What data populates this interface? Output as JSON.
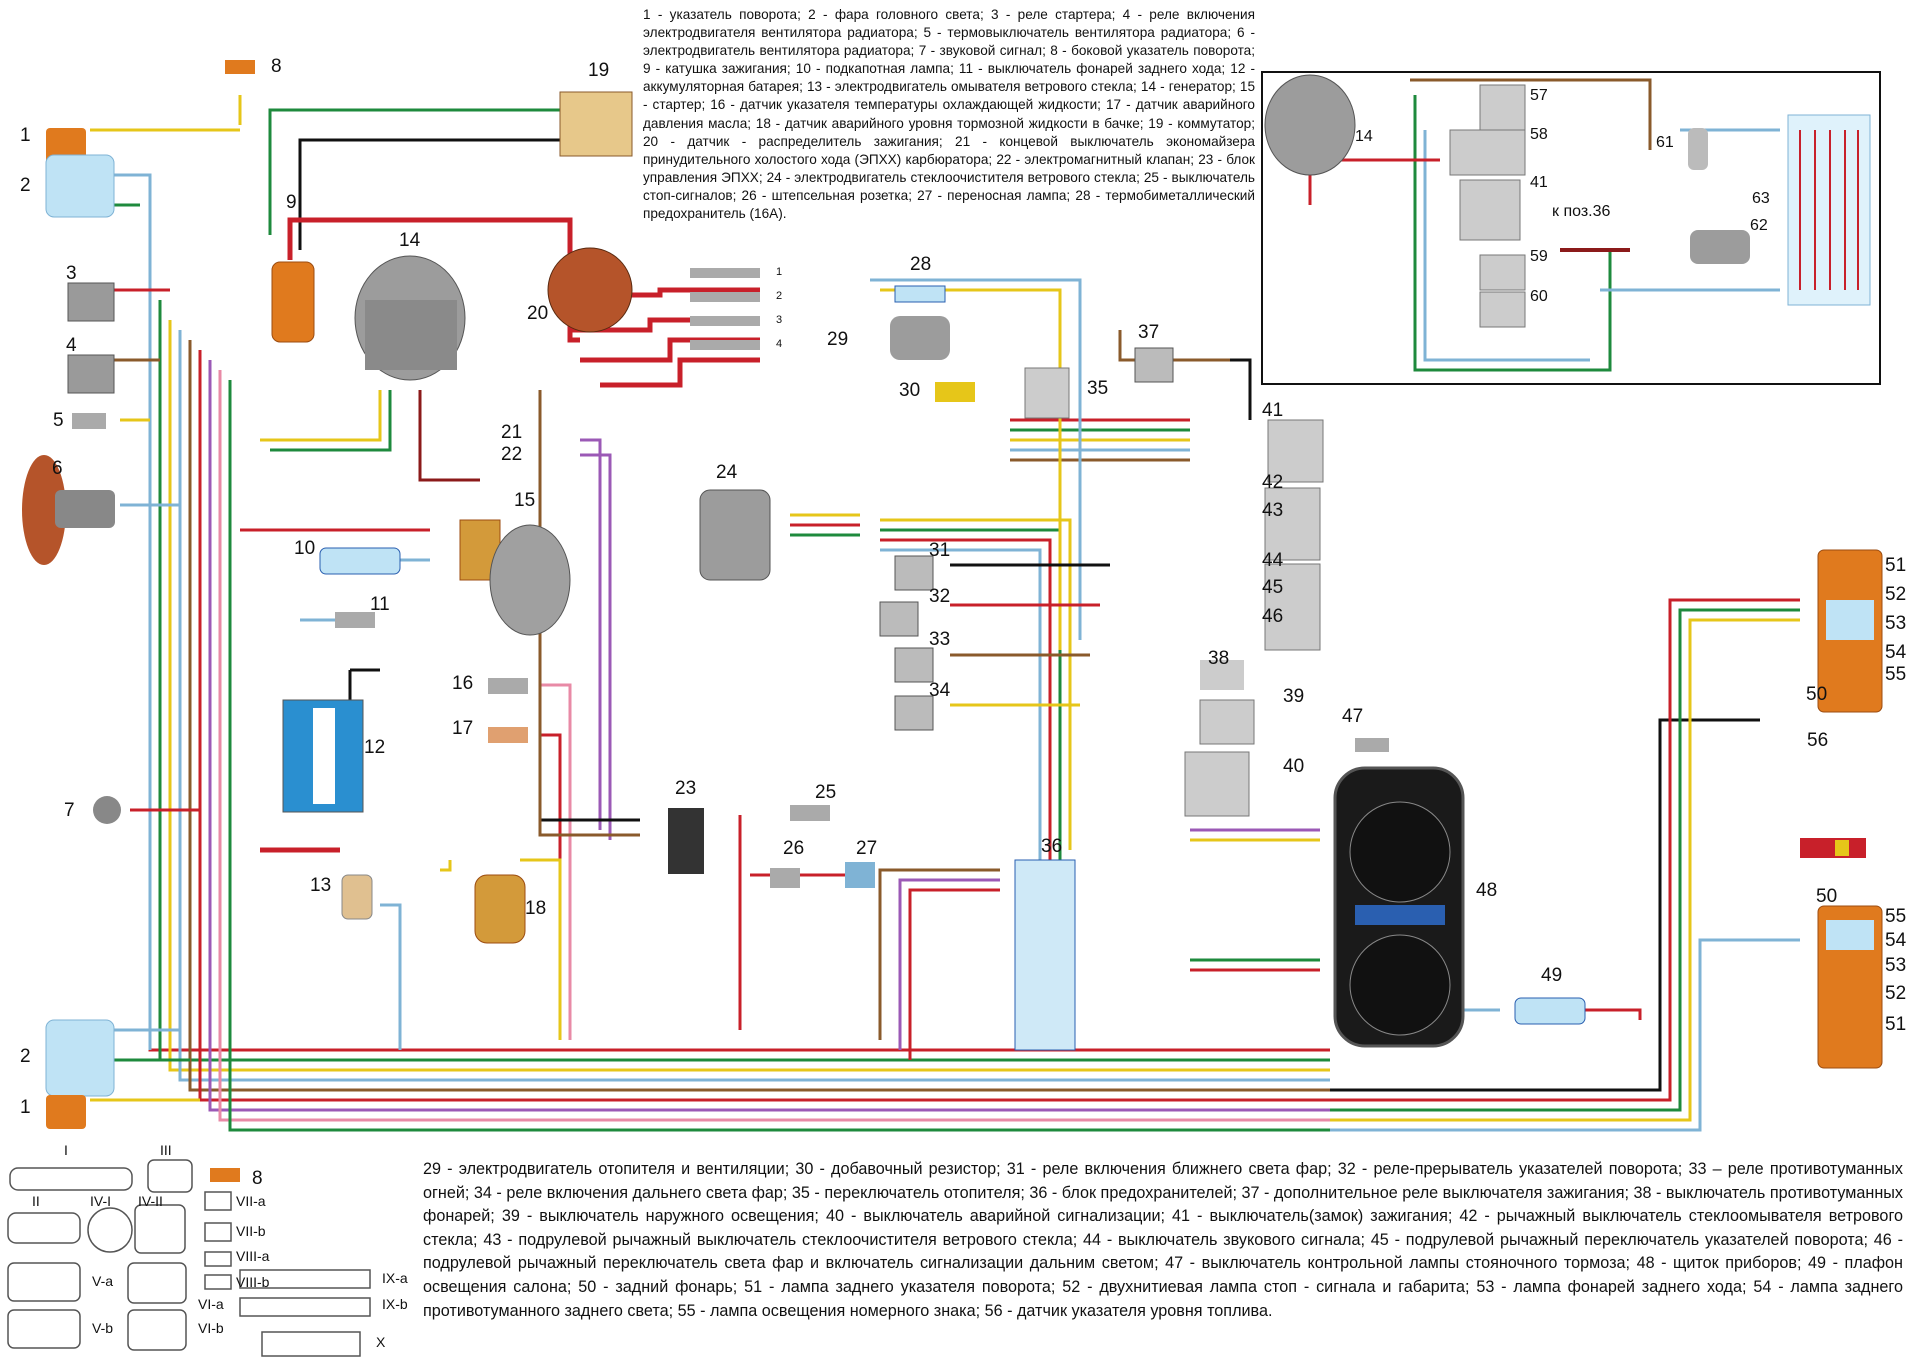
{
  "legend_top": "1 - указатель поворота; 2 - фара головного света; 3 - реле стартера; 4 - реле включения электродвигателя вентилятора радиатора; 5 - термовыключатель вентилятора радиатора; 6 - электродвигатель вентилятора радиатора; 7 - звуковой сигнал; 8 - боковой указатель поворота; 9 - катушка зажигания; 10 - подкапотная лампа; 11 - выключатель фонарей заднего хода; 12 - аккумуляторная батарея; 13 - электродвигатель омывателя ветрового стекла; 14 - генератор; 15 - стартер; 16 - датчик указателя температуры охлаждающей жидкости; 17 - датчик аварийного давления масла; 18 - датчик аварийного уровня тормозной жидкости в бачке; 19 - коммутатор; 20 - датчик - распределитель зажигания; 21 - концевой выключатель экономайзера принудительного холостого хода (ЭПХХ) карбюратора; 22 - электромагнитный клапан; 23 - блок управления ЭПХХ; 24 - электродвигатель стеклоочистителя ветрового стекла; 25 - выключатель стоп-сигналов; 26 - штепсельная розетка; 27 - переносная лампа; 28 - термобиметаллический предохранитель (16А).",
  "legend_bottom": "29 - электродвигатель отопителя и вентиляции; 30 - добавочный резистор; 31 - реле включения ближнего света фар; 32 - реле-прерыватель указателей поворота; 33 – реле противотуманных огней; 34 - реле включения дальнего света фар; 35 - переключатель отопителя; 36 - блок предохранителей; 37 - дополнительное реле выключателя зажигания; 38 - выключатель противотуманных фонарей; 39 - выключатель наружного освещения; 40 - выключатель аварийной сигнализации; 41 - выключатель(замок) зажигания; 42 - рычажный выключатель стеклоомывателя ветрового стекла; 43 - подрулевой рычажный выключатель стеклоочистителя ветрового стекла; 44 - выключатель звукового сигнала; 45 - подрулевой рычажный переключатель указателей поворота; 46 - подрулевой рычажный переключатель света фар и включатель сигнализации дальним светом; 47 - выключатель контрольной лампы стояночного тормоза; 48 - щиток приборов; 49 - плафон освещения салона; 50 - задний фонарь; 51 - лампа заднего указателя поворота; 52 - двухнитиевая лампа стоп - сигнала и габарита; 53 - лампа фонарей заднего хода; 54 - лампа заднего противотуманного заднего света; 55 - лампа освещения номерного знака; 56 - датчик указателя уровня топлива.",
  "inset_note": "к поз.36",
  "component_numbers": {
    "n1a": "1",
    "n2a": "2",
    "n3": "3",
    "n4": "4",
    "n5": "5",
    "n6": "6",
    "n7": "7",
    "n8a": "8",
    "n9": "9",
    "n10": "10",
    "n11": "11",
    "n12": "12",
    "n13": "13",
    "n14": "14",
    "n15": "15",
    "n16": "16",
    "n17": "17",
    "n18": "18",
    "n19": "19",
    "n20": "20",
    "n21": "21",
    "n22": "22",
    "n23": "23",
    "n24": "24",
    "n25": "25",
    "n26": "26",
    "n27": "27",
    "n28": "28",
    "n29": "29",
    "n30": "30",
    "n31": "31",
    "n32": "32",
    "n33": "33",
    "n34": "34",
    "n35": "35",
    "n36": "36",
    "n37": "37",
    "n38": "38",
    "n39": "39",
    "n40": "40",
    "n41": "41",
    "n42": "42",
    "n43": "43",
    "n44": "44",
    "n45": "45",
    "n46": "46",
    "n47": "47",
    "n48": "48",
    "n49": "49",
    "n50a": "50",
    "n50b": "50",
    "n51a": "51",
    "n52a": "52",
    "n53a": "53",
    "n54a": "54",
    "n55a": "55",
    "n51b": "51",
    "n52b": "52",
    "n53b": "53",
    "n54b": "54",
    "n55b": "55",
    "n56": "56",
    "n2b": "2",
    "n1b": "1",
    "n8b": "8",
    "i14": "14",
    "i57": "57",
    "i58": "58",
    "i41": "41",
    "i59": "59",
    "i60": "60",
    "i61": "61",
    "i62": "62",
    "i63": "63"
  },
  "distributor_terminals": [
    "1",
    "2",
    "3",
    "4"
  ],
  "connector_types": {
    "I": "I",
    "II": "II",
    "III": "III",
    "IV_I": "IV-I",
    "IV_II": "IV-II",
    "V_a": "V-a",
    "V_b": "V-b",
    "VI_a": "VI-a",
    "VI_b": "VI-b",
    "VII_a": "VII-a",
    "VII_b": "VII-b",
    "VIII_a": "VIII-a",
    "VIII_b": "VIII-b",
    "IX_a": "IX-a",
    "IX_b": "IX-b",
    "X": "X"
  },
  "wire_colors": {
    "red": "#c8202a",
    "dark_red": "#8b1a1a",
    "green": "#1e8a3c",
    "yellow": "#e6c619",
    "light_blue": "#7fb3d5",
    "blue": "#2a5fb0",
    "brown": "#8a5a2b",
    "black": "#111111",
    "white": "#d0d0d0",
    "gray": "#8a8a8a",
    "violet": "#9b59b6",
    "pink": "#e88aa6",
    "orange": "#e07a1e"
  }
}
